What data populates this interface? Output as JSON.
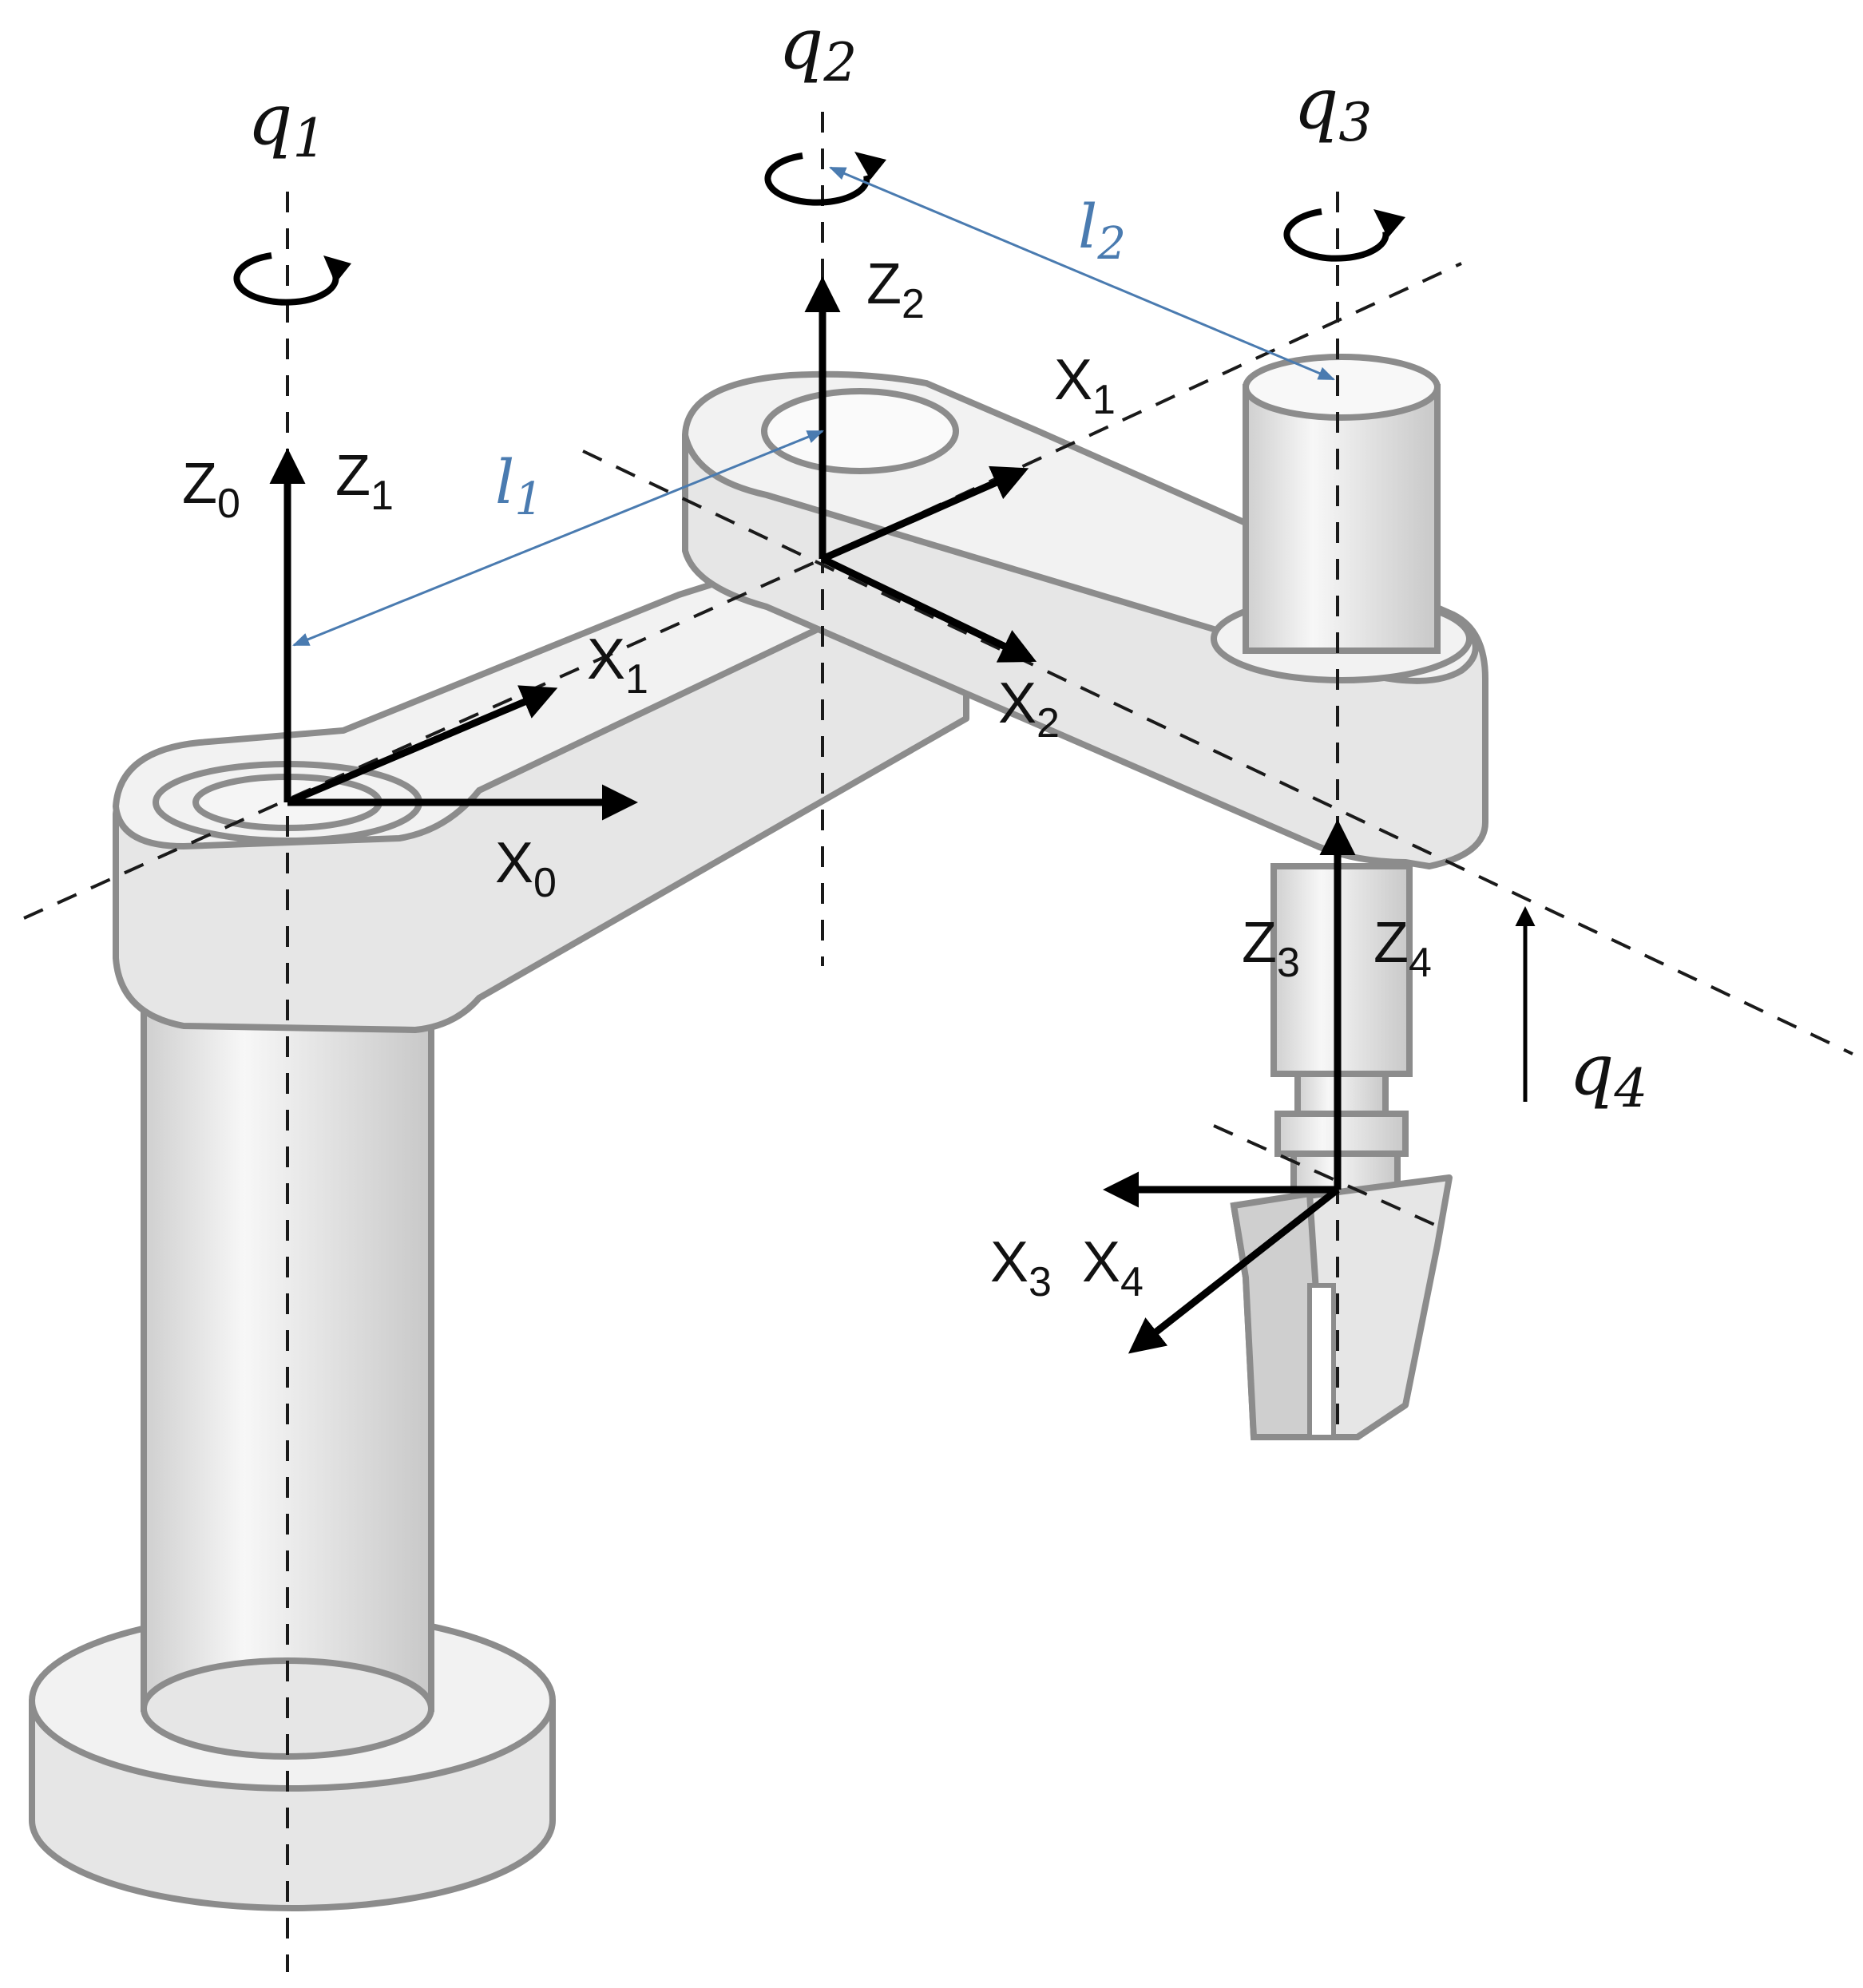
{
  "joints": {
    "q1": {
      "sym": "q",
      "sub": "1"
    },
    "q2": {
      "sym": "q",
      "sub": "2"
    },
    "q3": {
      "sym": "q",
      "sub": "3"
    },
    "q4": {
      "sym": "q",
      "sub": "4"
    }
  },
  "links": {
    "l1": {
      "sym": "l",
      "sub": "1"
    },
    "l2": {
      "sym": "l",
      "sub": "2"
    }
  },
  "frames": {
    "z0": {
      "sym": "Z",
      "sub": "0"
    },
    "z1": {
      "sym": "Z",
      "sub": "1"
    },
    "z2": {
      "sym": "Z",
      "sub": "2"
    },
    "z3": {
      "sym": "Z",
      "sub": "3"
    },
    "z4": {
      "sym": "Z",
      "sub": "4"
    },
    "x0": {
      "sym": "X",
      "sub": "0"
    },
    "x1_lower": {
      "sym": "X",
      "sub": "1"
    },
    "x1_upper": {
      "sym": "X",
      "sub": "1"
    },
    "x2": {
      "sym": "X",
      "sub": "2"
    },
    "x3": {
      "sym": "X",
      "sub": "3"
    },
    "x4": {
      "sym": "X",
      "sub": "4"
    }
  },
  "colors": {
    "robot_fill": "#e6e6e6",
    "robot_outline": "#8c8c8c",
    "frame_arrows": "#000000",
    "dimension_lines": "#4a7bb0"
  }
}
